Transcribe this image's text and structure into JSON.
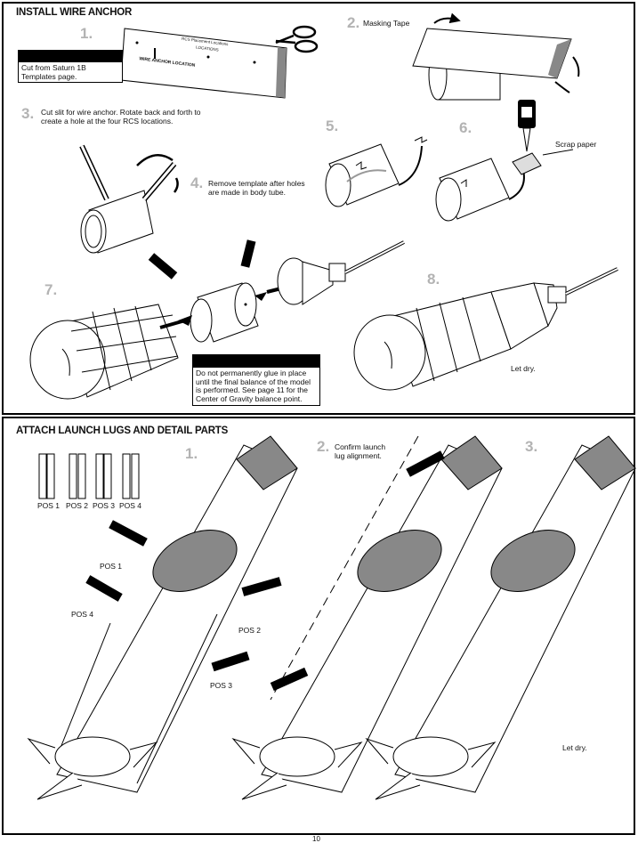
{
  "section1": {
    "title": "INSTALL WIRE ANCHOR",
    "steps": {
      "s1": "1.",
      "s2": "2.",
      "s3": "3.",
      "s4": "4.",
      "s5": "5.",
      "s6": "6.",
      "s7": "7.",
      "s8": "8."
    },
    "cut_note": "Cut from Saturn 1B Templates page.",
    "masking_tape": "Masking Tape",
    "cut_slit_note": "Cut slit for wire anchor. Rotate back and forth to create a hole at the four RCS locations.",
    "remove_template_note": "Remove template after holes are made in body tube.",
    "scrap_paper": "Scrap paper",
    "warning": "Do not permanently glue in place until the final balance of the model is performed. See page 11 for the Center of Gravity balance point.",
    "let_dry": "Let dry.",
    "template_label": "WIRE ANCHOR LOCATION",
    "template_rcs": "RCS Placement Locations",
    "template_rcs2": "LOCATIONS"
  },
  "section2": {
    "title": "ATTACH LAUNCH LUGS AND DETAIL PARTS",
    "steps": {
      "s1": "1.",
      "s2": "2.",
      "s3": "3."
    },
    "positions": [
      "POS 1",
      "POS 2",
      "POS 3",
      "POS 4"
    ],
    "pos1_callout": "POS 1",
    "pos2_callout": "POS 2",
    "pos3_callout": "POS 3",
    "pos4_callout": "POS 4",
    "confirm_note": "Confirm launch lug alignment.",
    "let_dry": "Let dry."
  },
  "page_number": "10"
}
